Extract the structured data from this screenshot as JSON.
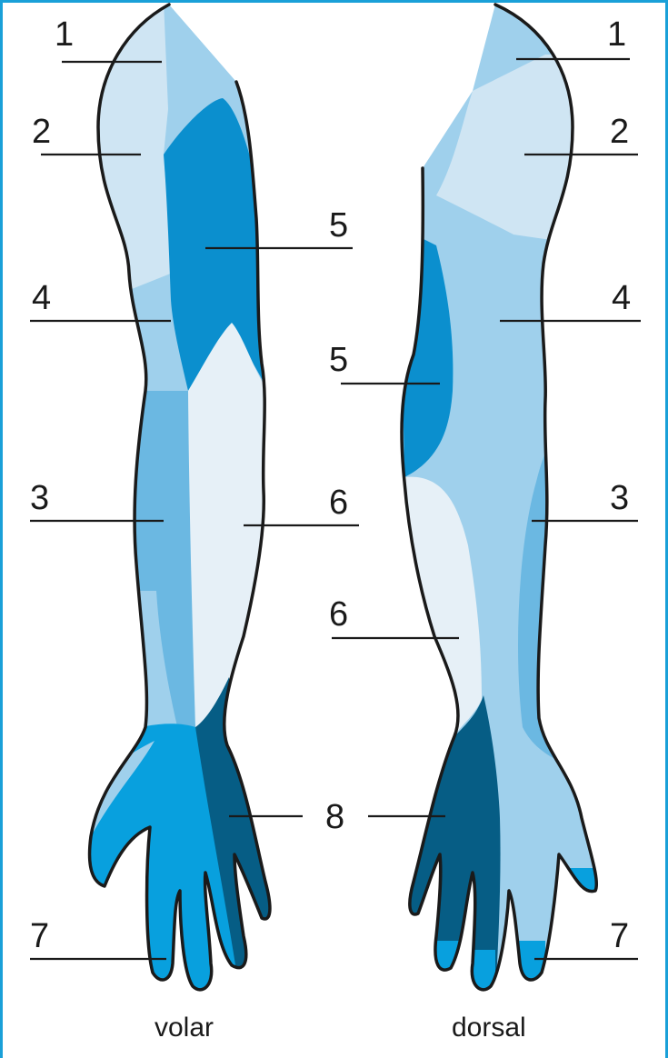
{
  "colors": {
    "zone_1_2": "#cfe5f3",
    "zone_3": "#6bb8e2",
    "zone_4": "#9fd0ec",
    "zone_5": "#0b8fce",
    "zone_6": "#e6f0f7",
    "zone_7": "#08a0de",
    "zone_8": "#065d85",
    "frame": "#1aa0d8"
  },
  "volar": {
    "caption": "volar",
    "labels": [
      "1",
      "2",
      "4",
      "3",
      "5",
      "6",
      "7",
      "8"
    ]
  },
  "dorsal": {
    "caption": "dorsal",
    "labels": [
      "1",
      "2",
      "5",
      "4",
      "3",
      "6",
      "7"
    ]
  }
}
